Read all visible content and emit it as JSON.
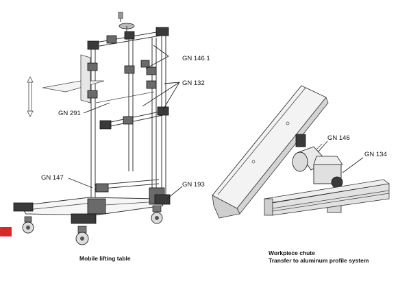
{
  "labels": {
    "gn_146_1": "GN 146.1",
    "gn_132": "GN 132",
    "gn_291": "GN 291",
    "gn_147": "GN 147",
    "gn_193": "GN 193",
    "gn_146": "GN 146",
    "gn_134": "GN 134"
  },
  "captions": {
    "left": "Mobile lifting table",
    "right_line1": "Workpiece chute",
    "right_line2": "Transfer to aluminum profile system"
  },
  "badge": {
    "color": "#d42a2a"
  }
}
